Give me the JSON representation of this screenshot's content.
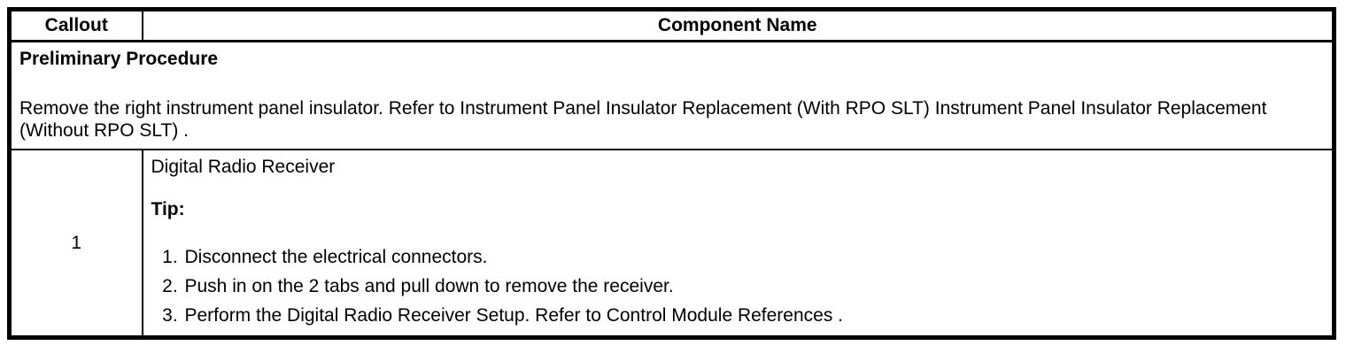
{
  "table": {
    "header": {
      "callout_label": "Callout",
      "component_name_label": "Component Name"
    },
    "preliminary": {
      "title": "Preliminary Procedure",
      "body": "Remove the right instrument panel insulator. Refer to Instrument Panel Insulator Replacement (With RPO SLT) Instrument Panel Insulator Replacement (Without RPO SLT) ."
    },
    "rows": [
      {
        "callout": "1",
        "component": "Digital Radio Receiver",
        "tip_label": "Tip:",
        "steps": [
          "Disconnect the electrical connectors.",
          "Push in on the 2 tabs and pull down to remove the receiver.",
          "Perform the Digital Radio Receiver Setup. Refer to Control Module References ."
        ]
      }
    ]
  },
  "colors": {
    "border": "#000000",
    "text": "#000000",
    "background": "#ffffff"
  }
}
